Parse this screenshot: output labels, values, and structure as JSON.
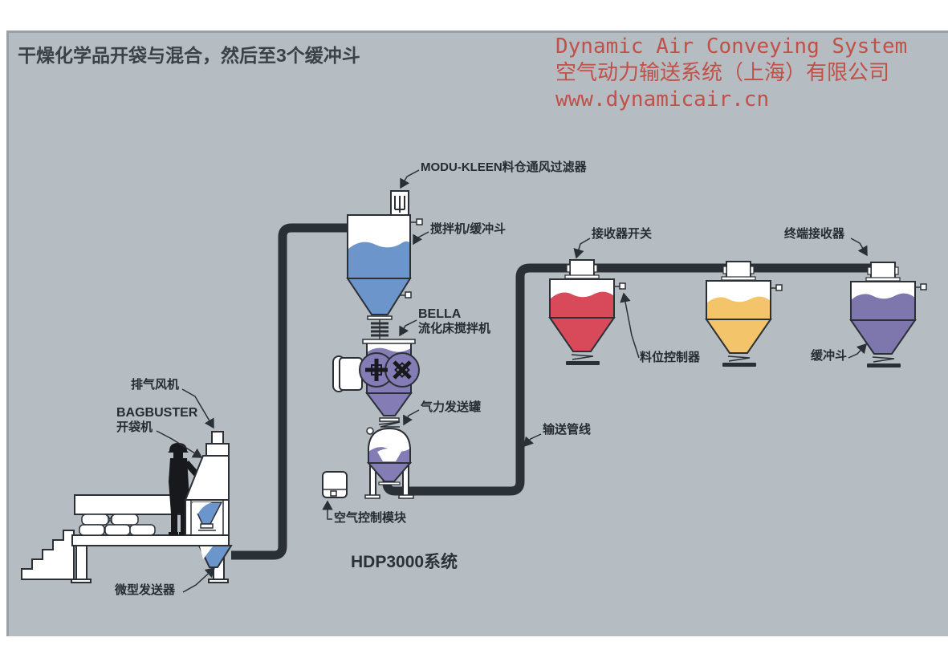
{
  "header": {
    "title": "干燥化学品开袋与混合，然后至3个缓冲斗",
    "brand": {
      "line1": "Dynamic Air Conveying System",
      "line2": "空气动力输送系统（上海）有限公司",
      "line3": "www.dynamicair.cn"
    }
  },
  "diagram": {
    "system_label": "HDP3000系统",
    "labels": {
      "modu_kleen_filter": "MODU-KLEEN料仓通风过滤器",
      "mixer_buffer_hopper": "搅拌机/缓冲斗",
      "bella_name": "BELLA",
      "bella_type": "流化床搅拌机",
      "pneumatic_transporter": "气力发送罐",
      "air_control_module": "空气控制模块",
      "conveying_pipeline": "输送管线",
      "receiver_switch": "接收器开关",
      "level_controller": "料位控制器",
      "terminal_receiver": "终端接收器",
      "buffer_hopper": "缓冲斗",
      "exhaust_fan": "排气风机",
      "bagbuster_name": "BAGBUSTER",
      "bagbuster_type": "开袋机",
      "micro_transporter": "微型发送器"
    },
    "colors": {
      "background": "#b5bdc2",
      "line": "#2b3036",
      "brand_red": "#c15048",
      "material_blue": "#6b95cb",
      "material_purple": "#837cb5",
      "material_red": "#d8495a",
      "material_yellow": "#f3c469",
      "hopper_purple": "#7d77ad"
    }
  }
}
